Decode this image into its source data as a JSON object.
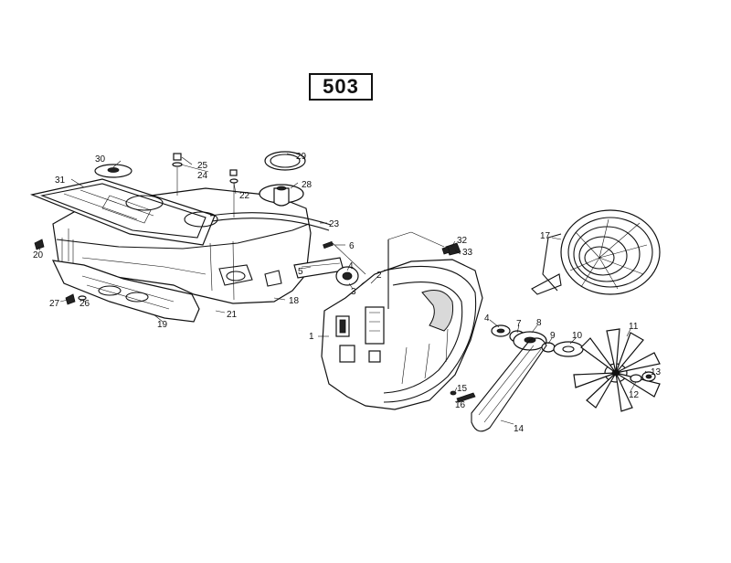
{
  "title": "503",
  "callouts": [
    {
      "id": "c1",
      "text": "1"
    },
    {
      "id": "c2",
      "text": "2"
    },
    {
      "id": "c3",
      "text": "3"
    },
    {
      "id": "c4",
      "text": "4"
    },
    {
      "id": "c4b",
      "text": "4"
    },
    {
      "id": "c5",
      "text": "5"
    },
    {
      "id": "c6",
      "text": "6"
    },
    {
      "id": "c7",
      "text": "7"
    },
    {
      "id": "c8",
      "text": "8"
    },
    {
      "id": "c9",
      "text": "9"
    },
    {
      "id": "c10",
      "text": "10"
    },
    {
      "id": "c11",
      "text": "11"
    },
    {
      "id": "c12",
      "text": "12"
    },
    {
      "id": "c13",
      "text": "13"
    },
    {
      "id": "c14",
      "text": "14"
    },
    {
      "id": "c15",
      "text": "15"
    },
    {
      "id": "c16",
      "text": "16"
    },
    {
      "id": "c17",
      "text": "17"
    },
    {
      "id": "c18",
      "text": "18"
    },
    {
      "id": "c19",
      "text": "19"
    },
    {
      "id": "c20",
      "text": "20"
    },
    {
      "id": "c21",
      "text": "21"
    },
    {
      "id": "c22",
      "text": "22"
    },
    {
      "id": "c23",
      "text": "23"
    },
    {
      "id": "c24",
      "text": "24"
    },
    {
      "id": "c25",
      "text": "25"
    },
    {
      "id": "c26",
      "text": "26"
    },
    {
      "id": "c27",
      "text": "27"
    },
    {
      "id": "c28",
      "text": "28"
    },
    {
      "id": "c29",
      "text": "29"
    },
    {
      "id": "c30",
      "text": "30"
    },
    {
      "id": "c31",
      "text": "31"
    },
    {
      "id": "c32",
      "text": "32"
    },
    {
      "id": "c33",
      "text": "33"
    }
  ]
}
